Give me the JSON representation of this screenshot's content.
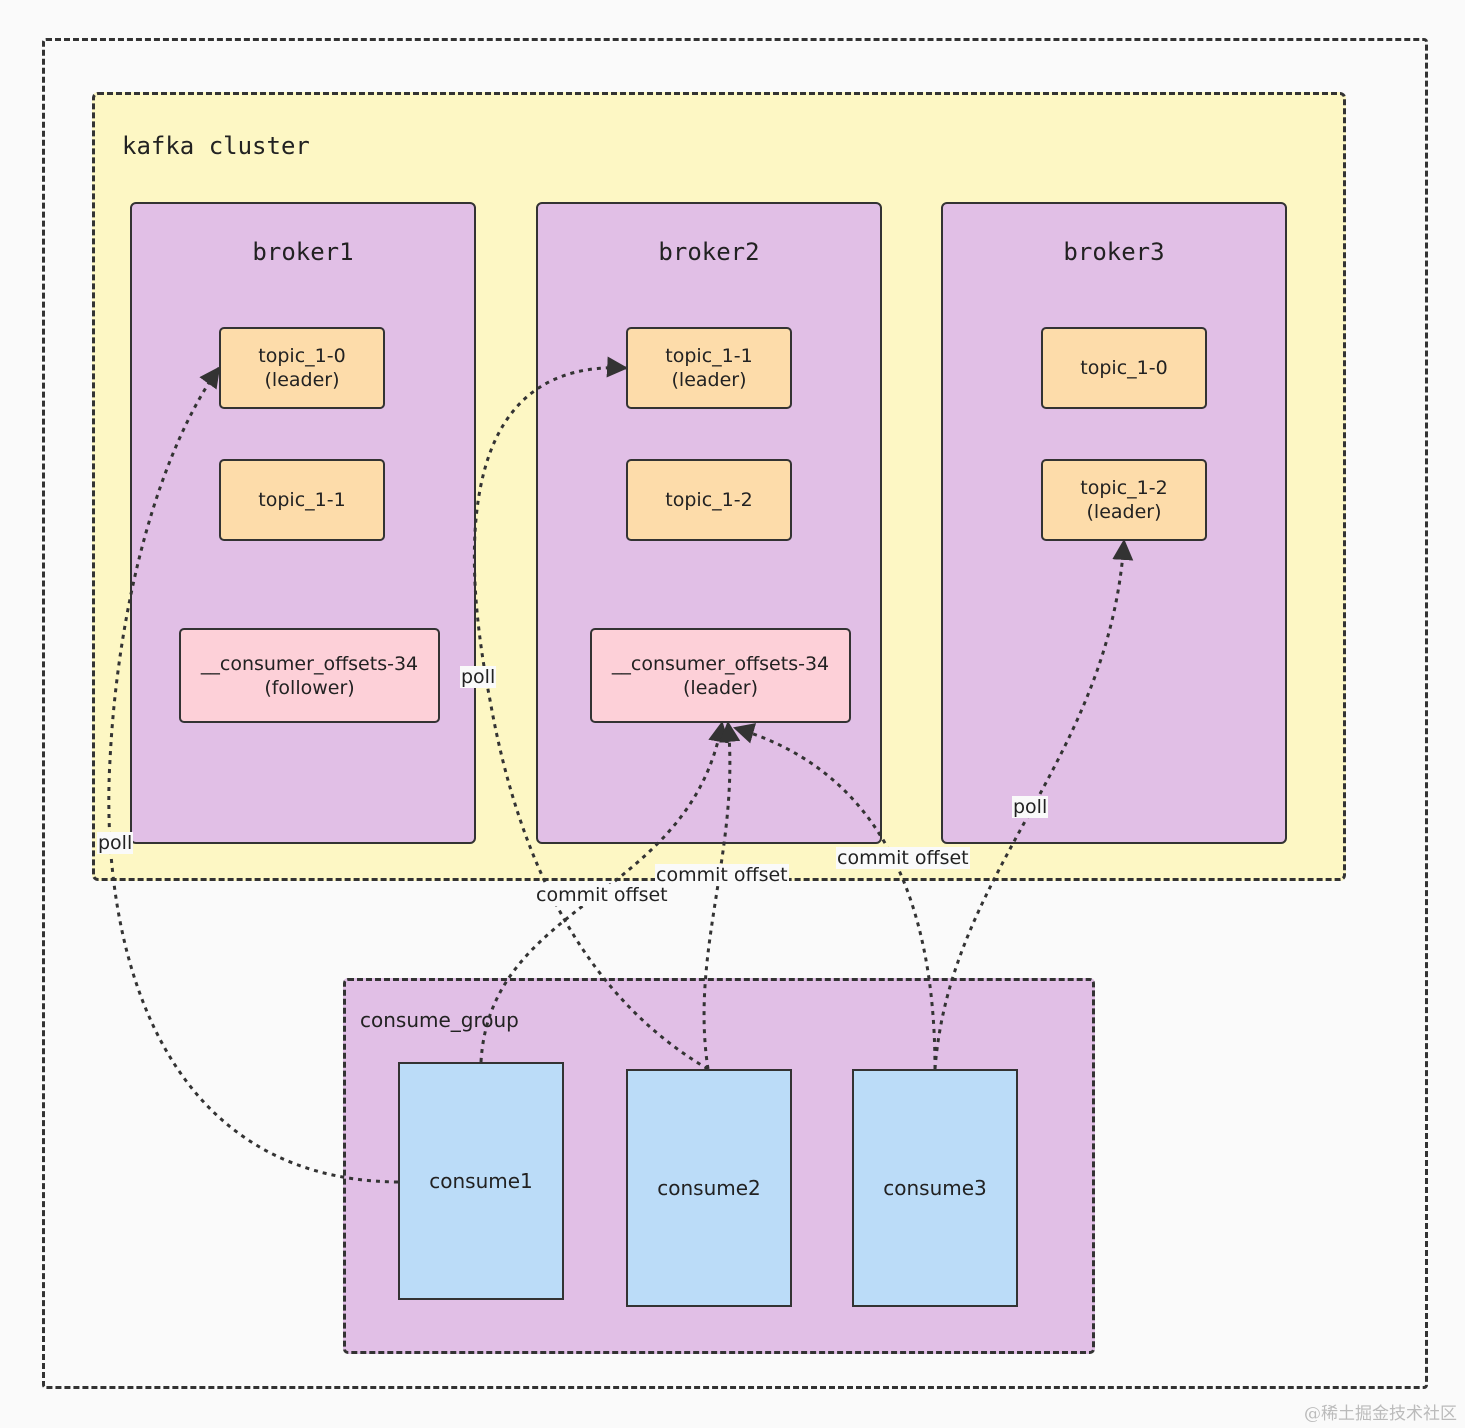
{
  "cluster": {
    "title": "kafka cluster"
  },
  "brokers": [
    {
      "title": "broker1",
      "topics": [
        {
          "line1": "topic_1-0",
          "line2": "(leader)"
        },
        {
          "line1": "topic_1-1",
          "line2": ""
        }
      ],
      "offsets": {
        "line1": "__consumer_offsets-34",
        "line2": "(follower)"
      }
    },
    {
      "title": "broker2",
      "topics": [
        {
          "line1": "topic_1-1",
          "line2": "(leader)"
        },
        {
          "line1": "topic_1-2",
          "line2": ""
        }
      ],
      "offsets": {
        "line1": "__consumer_offsets-34",
        "line2": "(leader)"
      }
    },
    {
      "title": "broker3",
      "topics": [
        {
          "line1": "topic_1-0",
          "line2": ""
        },
        {
          "line1": "topic_1-2",
          "line2": "(leader)"
        }
      ]
    }
  ],
  "group": {
    "title": "consume_group",
    "consumers": [
      "consume1",
      "consume2",
      "consume3"
    ]
  },
  "edge_labels": {
    "poll_1": "poll",
    "poll_2": "poll",
    "poll_3": "poll",
    "commit_1": "commit offset",
    "commit_2": "commit offset",
    "commit_3": "commit offset"
  },
  "watermark": "@稀土掘金技术社区"
}
